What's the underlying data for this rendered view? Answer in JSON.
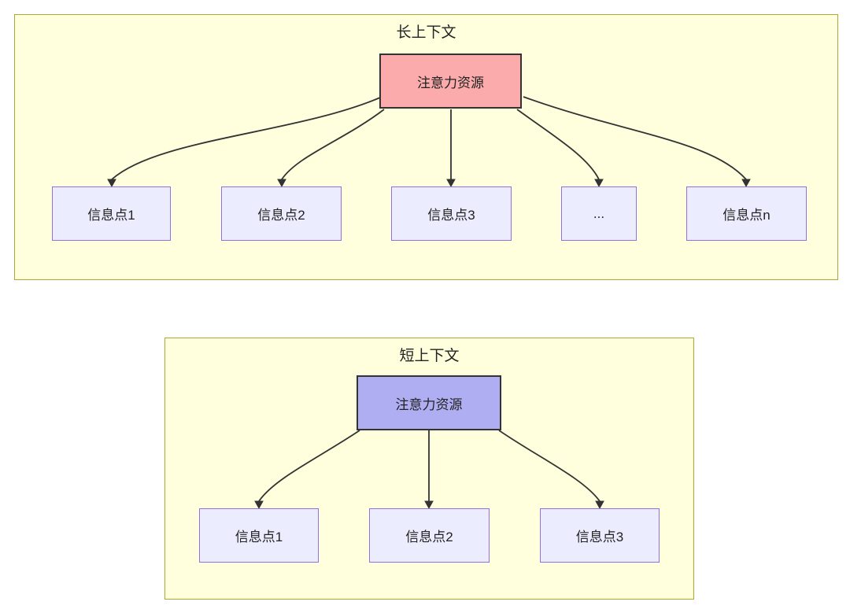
{
  "colors": {
    "container_fill": "#ffffde",
    "container_border": "#aaaa33",
    "node_fill": "#ececff",
    "node_border": "#9370db",
    "attn_long_fill": "#fbabab",
    "attn_short_fill": "#b0aef2",
    "attn_border": "#333333",
    "arrow": "#333333",
    "text": "#222222"
  },
  "long_context": {
    "title": "长上下文",
    "attention_label": "注意力资源",
    "nodes": [
      {
        "label": "信息点1"
      },
      {
        "label": "信息点2"
      },
      {
        "label": "信息点3"
      },
      {
        "label": "..."
      },
      {
        "label": "信息点n"
      }
    ]
  },
  "short_context": {
    "title": "短上下文",
    "attention_label": "注意力资源",
    "nodes": [
      {
        "label": "信息点1"
      },
      {
        "label": "信息点2"
      },
      {
        "label": "信息点3"
      }
    ]
  }
}
